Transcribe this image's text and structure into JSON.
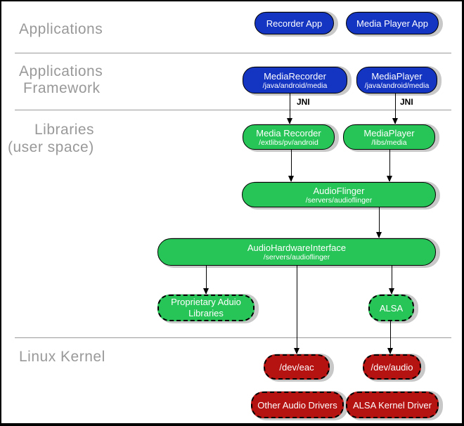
{
  "layer_labels": {
    "applications": "Applications",
    "framework_line1": "Applications",
    "framework_line2": "Framework",
    "libraries_line1": "Libraries",
    "libraries_line2": "(user space)",
    "kernel": "Linux Kernel"
  },
  "edge_labels": {
    "jni_left": "JNI",
    "jni_right": "JNI"
  },
  "nodes": {
    "recorder_app": {
      "title": "Recorder App"
    },
    "media_player_app": {
      "title": "Media Player App"
    },
    "media_recorder_framework": {
      "title": "MediaRecorder",
      "path": "/java/android/media"
    },
    "media_player_framework": {
      "title": "MediaPlayer",
      "path": "/java/android/media"
    },
    "media_recorder_lib": {
      "title": "Media Recorder",
      "path": "/extlibs/pv/android"
    },
    "media_player_lib": {
      "title": "MediaPlayer",
      "path": "/libs/media"
    },
    "audioflinger": {
      "title": "AudioFlinger",
      "path": "/servers/audioflinger"
    },
    "audio_hardware_interface": {
      "title": "AudioHardwareInterface",
      "path": "/servers/audioflinger"
    },
    "proprietary_audio_libraries": {
      "title": "Proprietary Aduio Libraries"
    },
    "alsa": {
      "title": "ALSA"
    },
    "dev_eac": {
      "title": "/dev/eac"
    },
    "dev_audio": {
      "title": "/dev/audio"
    },
    "other_audio_drivers": {
      "title": "Other Audio Drivers"
    },
    "alsa_kernel_driver": {
      "title": "ALSA Kernel Driver"
    }
  },
  "colors": {
    "blue": "#1434c2",
    "green": "#27c457",
    "red": "#b51212",
    "shadow": "#c8c8c8",
    "label-gray": "#999999",
    "divider": "#9a9a9a",
    "line": "#000000"
  }
}
